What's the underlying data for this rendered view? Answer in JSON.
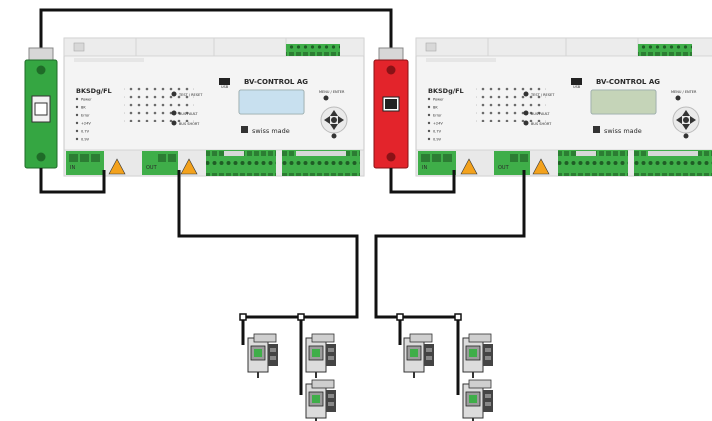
{
  "controller_left": {
    "model": "BKSDg/FL",
    "brand": "BV-CONTROL AG",
    "swiss": "swiss made",
    "port_in": "IN",
    "port_out": "OUT",
    "leds": [
      "Power",
      "BK",
      "Error",
      "+24V",
      "0.7V",
      "0.9V"
    ],
    "buttons": [
      "TEST / RESET",
      "BUS FAULT",
      "BUS SHORT"
    ],
    "nav_label": "MENU / ENTER",
    "usb_label": "USB"
  },
  "controller_right": {
    "model": "BKSDg/FL",
    "brand": "BV-CONTROL AG",
    "swiss": "swiss made",
    "port_in": "IN",
    "port_out": "OUT",
    "leds": [
      "Power",
      "BK",
      "Error",
      "+24V",
      "0.7V",
      "0.9V"
    ],
    "buttons": [
      "TEST / RESET",
      "BUS FAULT",
      "BUS SHORT"
    ],
    "nav_label": "MENU / ENTER",
    "usb_label": "USB"
  },
  "colors": {
    "breaker_left": "#35a642",
    "breaker_right": "#e3242b",
    "terminal_green": "#3fae49",
    "display_left": "#c8e0ef",
    "display_right": "#c5d4b8",
    "wire": "#111111"
  }
}
